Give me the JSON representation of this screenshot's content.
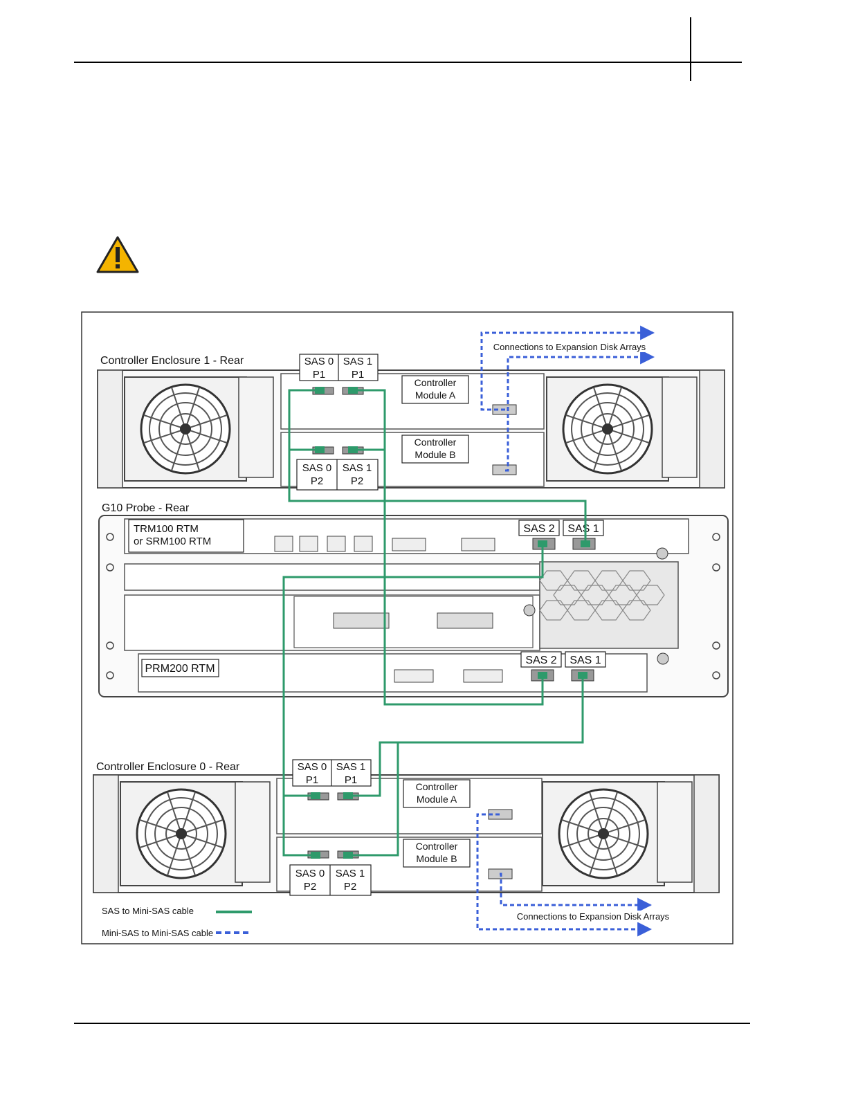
{
  "diagram": {
    "enclosure1_title": "Controller Enclosure 1 - Rear",
    "enclosure0_title": "Controller Enclosure 0 - Rear",
    "probe_title": "G10 Probe - Rear",
    "expansion_top": "Connections to Expansion Disk Arrays",
    "expansion_bottom": "Connections to Expansion Disk Arrays",
    "encl1": {
      "top_ports": [
        "SAS 0\nP1",
        "SAS 1\nP1"
      ],
      "bottom_ports": [
        "SAS 0\nP2",
        "SAS 1\nP2"
      ],
      "module_a": "Controller\nModule A",
      "module_b": "Controller\nModule B"
    },
    "encl0": {
      "top_ports": [
        "SAS 0\nP1",
        "SAS 1\nP1"
      ],
      "bottom_ports": [
        "SAS 0\nP2",
        "SAS 1\nP2"
      ],
      "module_a": "Controller\nModule A",
      "module_b": "Controller\nModule B"
    },
    "trm_label": "TRM100 RTM\nor SRM100 RTM",
    "prm_label": "PRM200 RTM",
    "trm_ports": [
      "SAS 2",
      "SAS 1"
    ],
    "prm_ports": [
      "SAS 2",
      "SAS 1"
    ],
    "legend": [
      {
        "label": "SAS to Mini-SAS cable",
        "style": "solid"
      },
      {
        "label": "Mini-SAS to Mini-SAS cable",
        "style": "dashed"
      }
    ]
  },
  "colors": {
    "sas_cable": "#2e9a6b",
    "minisas_cable": "#3a5fd8",
    "hardware": "#555555",
    "warning_fill": "#f4b400"
  },
  "icons": [
    "warning-icon",
    "fan-icon"
  ]
}
